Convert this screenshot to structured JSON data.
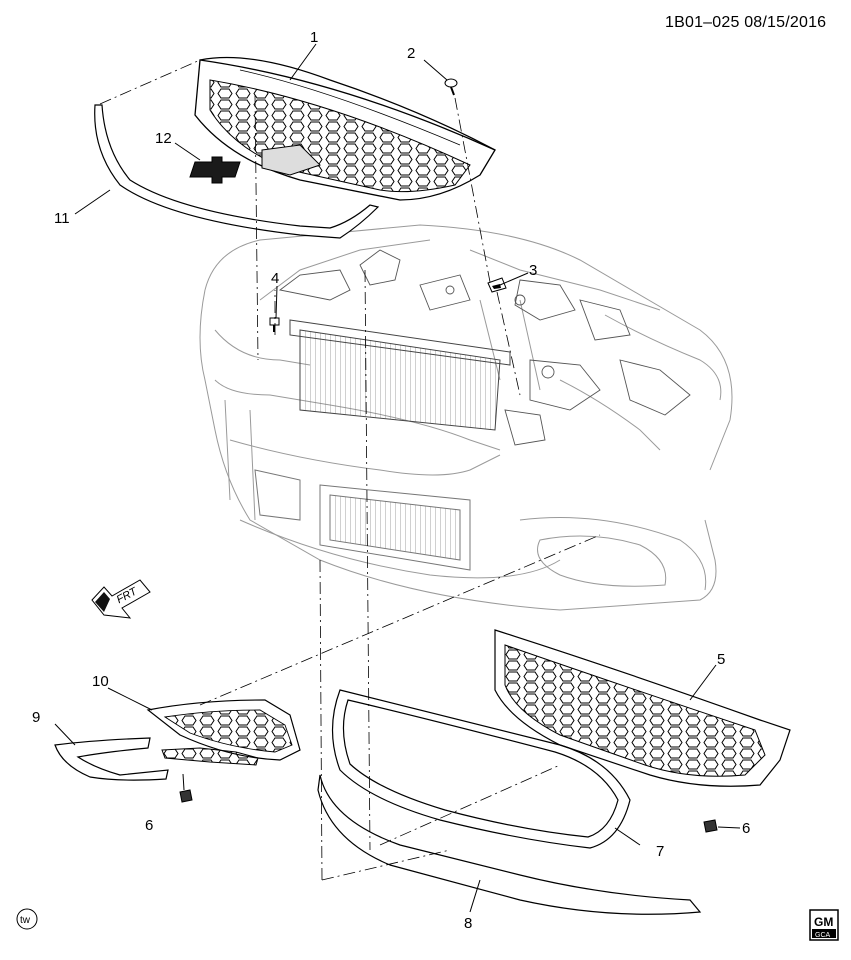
{
  "header": {
    "document_id": "1B01–025  08/15/2016"
  },
  "callouts": [
    {
      "label": "1"
    },
    {
      "label": "2"
    },
    {
      "label": "3"
    },
    {
      "label": "4"
    },
    {
      "label": "5"
    },
    {
      "label": "6"
    },
    {
      "label": "6"
    },
    {
      "label": "7"
    },
    {
      "label": "8"
    },
    {
      "label": "9"
    },
    {
      "label": "10"
    },
    {
      "label": "11"
    },
    {
      "label": "12"
    }
  ],
  "orientation": {
    "label": "FRT"
  },
  "marks": {
    "tw": "tw",
    "logo_top": "GM",
    "logo_bottom": "GCA"
  },
  "colors": {
    "line": "#000000",
    "part_fill": "#ffffff",
    "shade": "#d9d9d9",
    "dark": "#1a1a1a"
  }
}
